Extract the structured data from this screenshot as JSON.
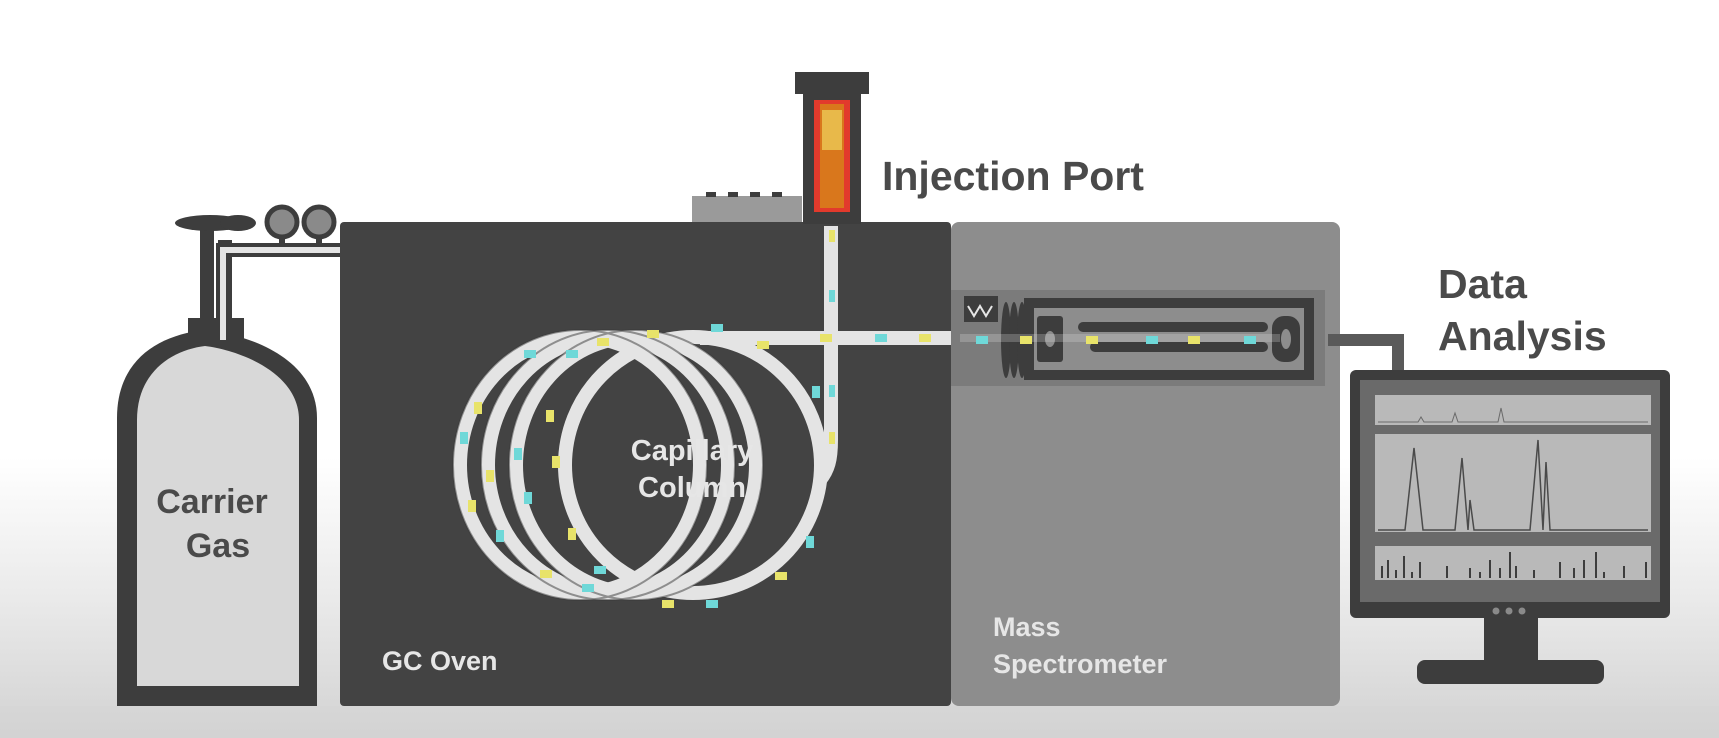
{
  "labels": {
    "carrier_gas_line1": "Carrier",
    "carrier_gas_line2": "Gas",
    "gc_oven": "GC Oven",
    "capillary_line1": "Capillary",
    "capillary_line2": "Column",
    "injection_port": "Injection Port",
    "mass_spec_line1": "Mass",
    "mass_spec_line2": "Spectrometer",
    "data_line1": "Data",
    "data_line2": "Analysis"
  },
  "colors": {
    "dark_body": "#3f3f3f",
    "oven": "#424242",
    "mass_spec": "#8c8c8c",
    "tube": "#e4e4e4",
    "analyte_yellow": "#e8e36a",
    "analyte_cyan": "#6fd8d8",
    "injector_red": "#e23a2c",
    "injector_orange": "#d9771c",
    "screen": "#b9b9b9",
    "text_dark": "#4a4a4a",
    "text_light": "#e6e6e6"
  }
}
